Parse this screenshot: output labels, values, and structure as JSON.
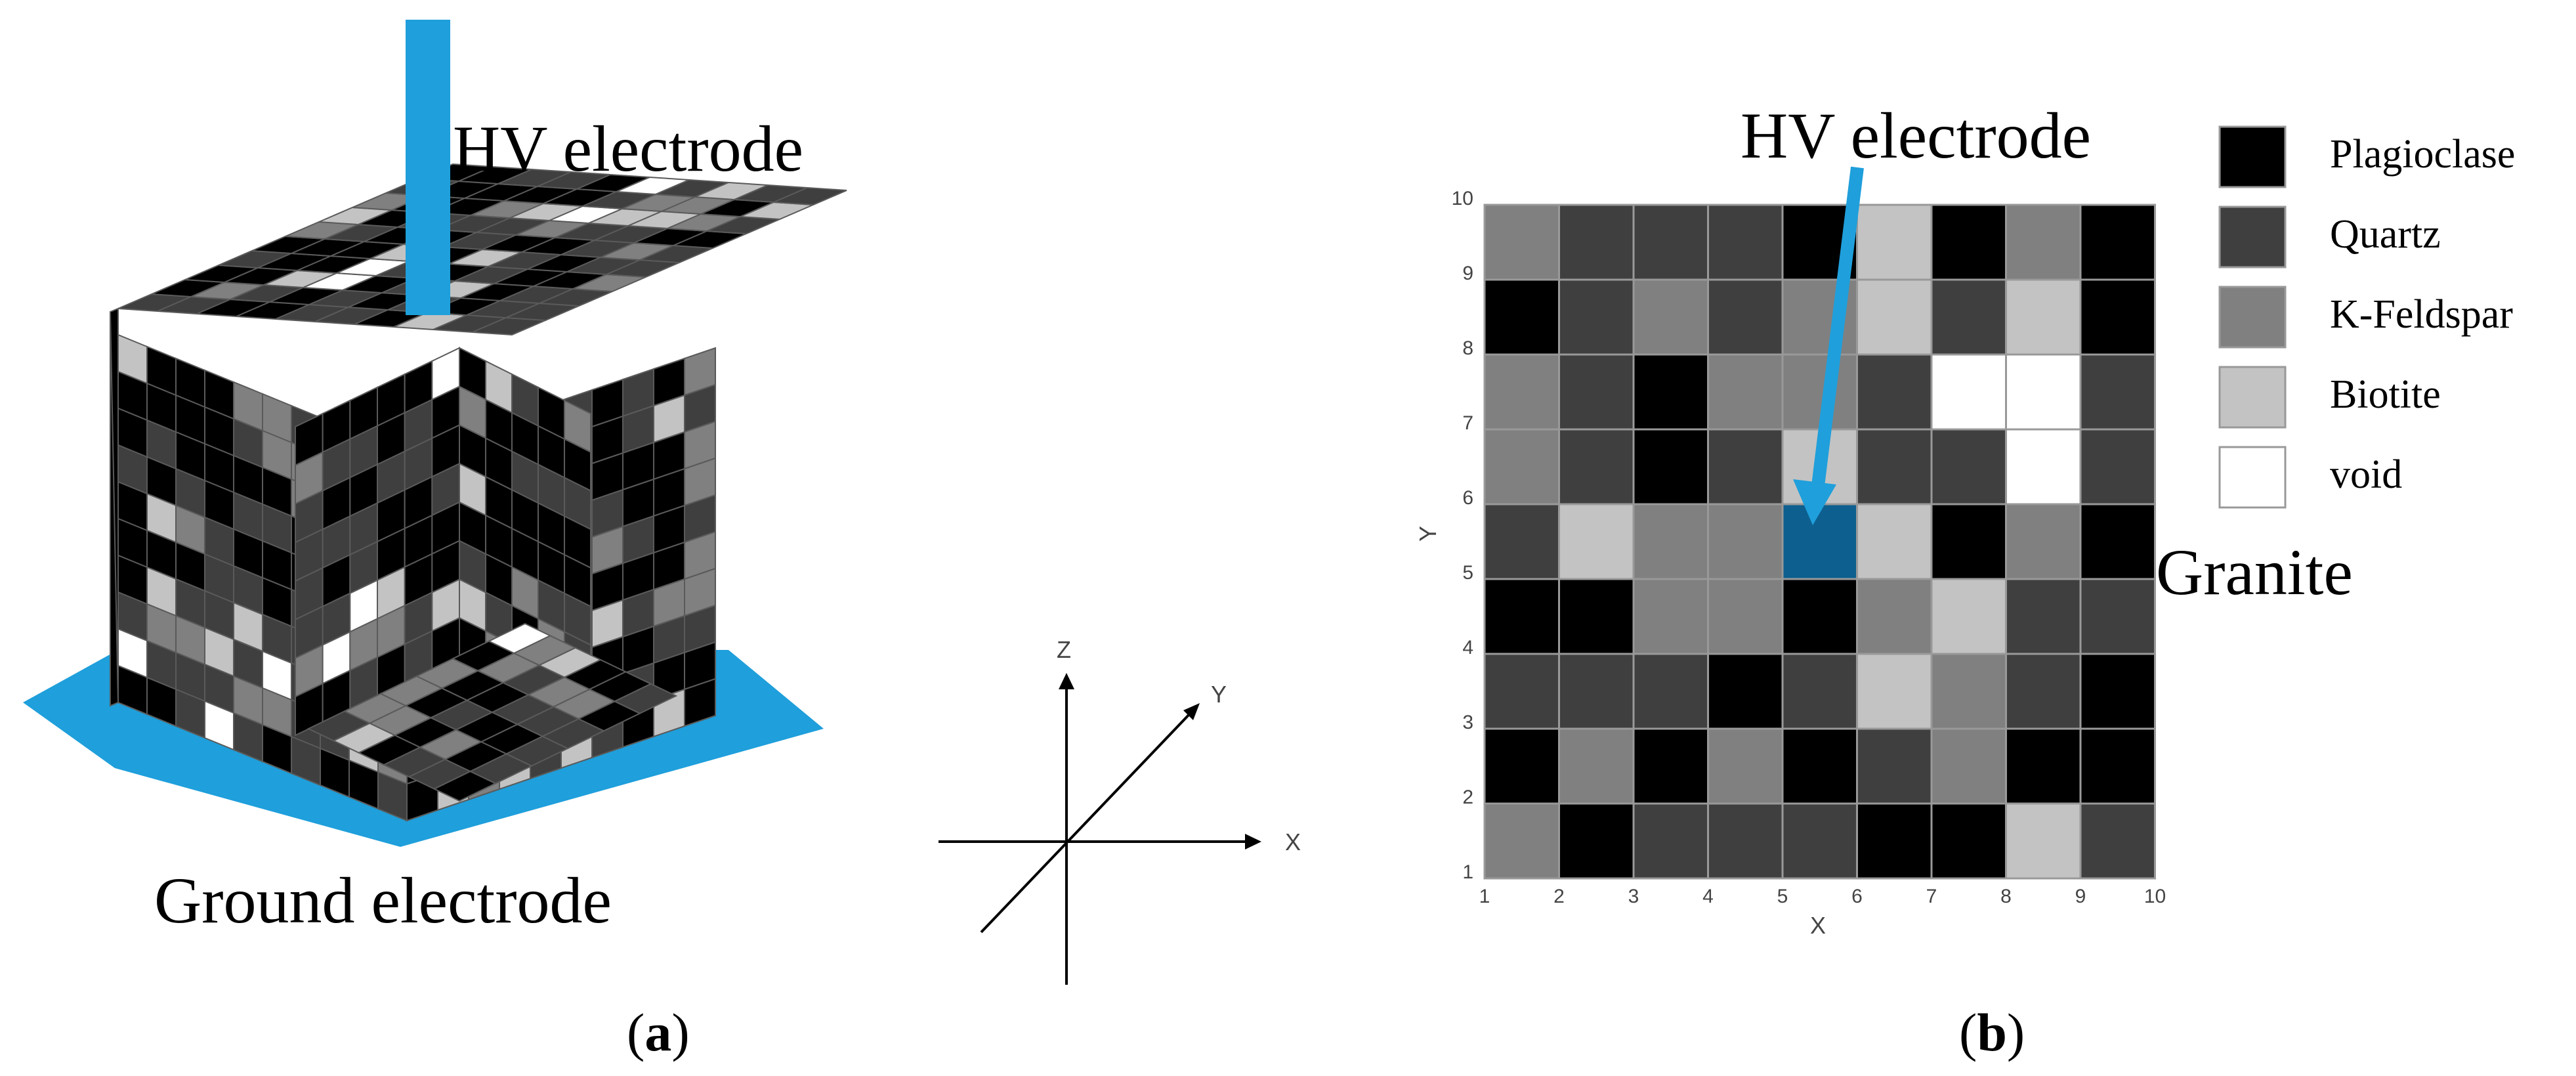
{
  "panel_a": {
    "hv_label": "HV electrode",
    "ground_label": "Ground electrode",
    "caption_open": "(",
    "caption_letter": "a",
    "caption_close": ")",
    "axes": {
      "x": "X",
      "y": "Y",
      "z": "Z"
    }
  },
  "panel_b": {
    "hv_label": "HV electrode",
    "granite_label": "Granite",
    "caption_open": "(",
    "caption_letter": "b",
    "caption_close": ")",
    "x_axis_label": "X",
    "y_axis_label": "Y",
    "x_ticks": [
      "1",
      "2",
      "3",
      "4",
      "5",
      "6",
      "7",
      "8",
      "9",
      "10"
    ],
    "y_ticks": [
      "1",
      "2",
      "3",
      "4",
      "5",
      "6",
      "7",
      "8",
      "9",
      "10"
    ],
    "grid_rows_top_to_bottom": [
      [
        "K",
        "Q",
        "Q",
        "Q",
        "P",
        "B",
        "P",
        "K",
        "P"
      ],
      [
        "P",
        "Q",
        "K",
        "Q",
        "K",
        "B",
        "Q",
        "B",
        "P"
      ],
      [
        "K",
        "Q",
        "P",
        "K",
        "K",
        "Q",
        "V",
        "V",
        "Q"
      ],
      [
        "K",
        "Q",
        "P",
        "Q",
        "B",
        "Q",
        "Q",
        "V",
        "Q"
      ],
      [
        "Q",
        "B",
        "K",
        "K",
        "E",
        "B",
        "P",
        "K",
        "P"
      ],
      [
        "P",
        "P",
        "K",
        "K",
        "P",
        "K",
        "B",
        "Q",
        "Q"
      ],
      [
        "Q",
        "Q",
        "Q",
        "P",
        "Q",
        "B",
        "K",
        "Q",
        "P"
      ],
      [
        "P",
        "K",
        "P",
        "K",
        "P",
        "Q",
        "K",
        "P",
        "P"
      ],
      [
        "K",
        "P",
        "Q",
        "Q",
        "Q",
        "P",
        "P",
        "B",
        "Q"
      ]
    ]
  },
  "legend": {
    "items": [
      {
        "key": "P",
        "label": "Plagioclase",
        "color": "#000000"
      },
      {
        "key": "Q",
        "label": "Quartz",
        "color": "#3f3f3f"
      },
      {
        "key": "K",
        "label": "K-Feldspar",
        "color": "#808080"
      },
      {
        "key": "B",
        "label": "Biotite",
        "color": "#c3c3c3"
      },
      {
        "key": "V",
        "label": "void",
        "color": "#ffffff"
      }
    ]
  },
  "colors": {
    "electrode": "#1f9fdb",
    "electrode_cell": "#0d5f8f",
    "grid_line": "#999999"
  }
}
